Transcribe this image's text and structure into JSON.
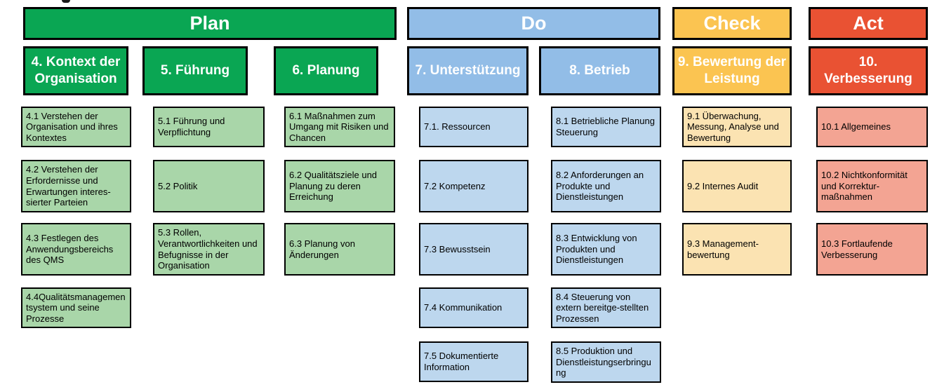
{
  "palette": {
    "plan_header": "#0AA653",
    "plan_item": "#A9D6A9",
    "do_header": "#92BDE7",
    "do_item": "#BDD7EE",
    "check_header": "#FBC451",
    "check_item": "#FBE3B2",
    "act_header": "#E95233",
    "act_item": "#F3A493",
    "border": "#000000",
    "header_text": "#ffffff",
    "item_text": "#000000"
  },
  "phases": [
    {
      "label": "Plan"
    },
    {
      "label": "Do"
    },
    {
      "label": "Check"
    },
    {
      "label": "Act"
    }
  ],
  "columns": [
    {
      "phase": "plan",
      "header": "4. Kontext der Organisation",
      "items": [
        "4.1 Verstehen der Organisation und ihres Kontextes",
        "4.2 Verstehen der Erfordernisse und Erwartungen interes-sierter Parteien",
        "4.3 Festlegen des Anwendungsbereichs des QMS",
        "4.4Qualitätsmanagementsystem und seine Prozesse"
      ]
    },
    {
      "phase": "plan",
      "header": "5. Führung",
      "items": [
        "5.1 Führung und Verpflichtung",
        "5.2 Politik",
        "5.3 Rollen, Verantwortlichkeiten und Befugnisse in der Organisation"
      ]
    },
    {
      "phase": "plan",
      "header": "6. Planung",
      "items": [
        "6.1 Maßnahmen zum Umgang mit Risiken und Chancen",
        "6.2 Qualitätsziele und Planung zu deren Erreichung",
        "6.3 Planung von Änderungen"
      ]
    },
    {
      "phase": "do",
      "header": "7. Unterstützung",
      "items": [
        "7.1. Ressourcen",
        "7.2 Kompetenz",
        "7.3 Bewusstsein",
        "7.4 Kommunikation",
        "7.5 Dokumentierte Information"
      ]
    },
    {
      "phase": "do",
      "header": "8. Betrieb",
      "items": [
        "8.1 Betriebliche Planung Steuerung",
        "8.2 Anforderungen an Produkte und Dienstleistungen",
        "8.3 Entwicklung von Produkten und Dienstleistungen",
        "8.4 Steuerung von extern bereitge-stellten Prozessen",
        "8.5 Produktion und Dienstleistungserbringung"
      ]
    },
    {
      "phase": "check",
      "header": "9. Bewertung der Leistung",
      "items": [
        "9.1 Überwachung, Messung, Analyse und Bewertung",
        "9.2 Internes Audit",
        "9.3 Management-bewertung"
      ]
    },
    {
      "phase": "act",
      "header": "10. Verbesserung",
      "items": [
        "10.1 Allgemeines",
        "10.2 Nichtkonformität und Korrektur-maßnahmen",
        "10.3 Fortlaufende Verbesserung"
      ]
    }
  ]
}
